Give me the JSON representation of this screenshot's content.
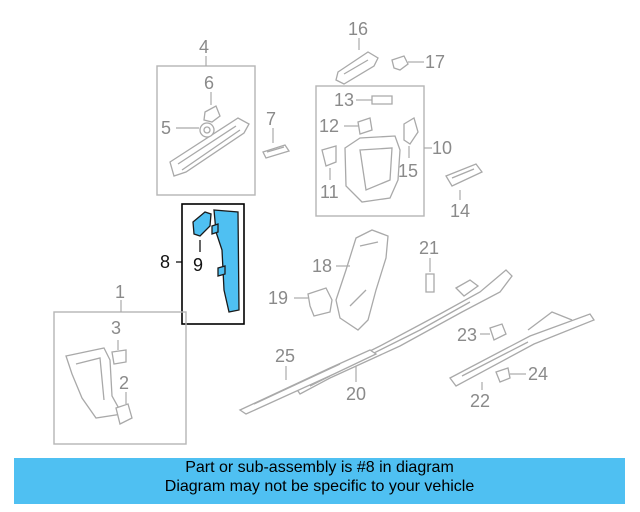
{
  "callouts": {
    "c1": "1",
    "c2": "2",
    "c3": "3",
    "c4": "4",
    "c5": "5",
    "c6": "6",
    "c7": "7",
    "c8": "8",
    "c9": "9",
    "c10": "10",
    "c11": "11",
    "c12": "12",
    "c13": "13",
    "c14": "14",
    "c15": "15",
    "c16": "16",
    "c17": "17",
    "c18": "18",
    "c19": "19",
    "c20": "20",
    "c21": "21",
    "c22": "22",
    "c23": "23",
    "c24": "24",
    "c25": "25"
  },
  "caption": {
    "line1": "Part or sub-assembly is #8 in diagram",
    "line2": "Diagram may not be specific to your vehicle"
  },
  "colors": {
    "highlight": "#4fc0f2",
    "outline": "#a9a9a9",
    "caption_bg": "#4fc0f2"
  }
}
